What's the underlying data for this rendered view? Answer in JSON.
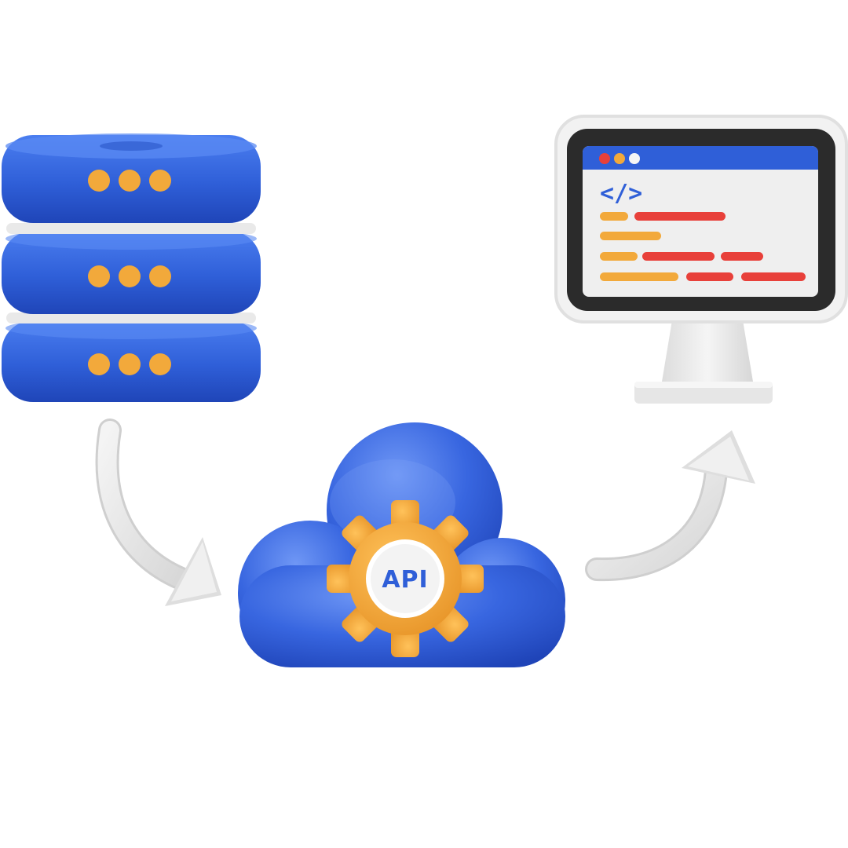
{
  "diagram": {
    "api_label": "API",
    "code_symbol": "</>",
    "colors": {
      "primary_blue": "#2f5fd8",
      "accent_orange": "#f2a93b",
      "accent_red": "#e8403a",
      "arrow_gray": "#e6e6e6",
      "screen_bg": "#efefef",
      "monitor_frame": "#2b2b2b"
    },
    "nodes": [
      {
        "id": "database",
        "icon": "database-icon",
        "dot_rows": 3
      },
      {
        "id": "api-cloud",
        "icon": "cloud-api-gear-icon"
      },
      {
        "id": "monitor",
        "icon": "code-monitor-icon"
      }
    ],
    "edges": [
      {
        "from": "database",
        "to": "api-cloud"
      },
      {
        "from": "api-cloud",
        "to": "monitor"
      }
    ]
  }
}
